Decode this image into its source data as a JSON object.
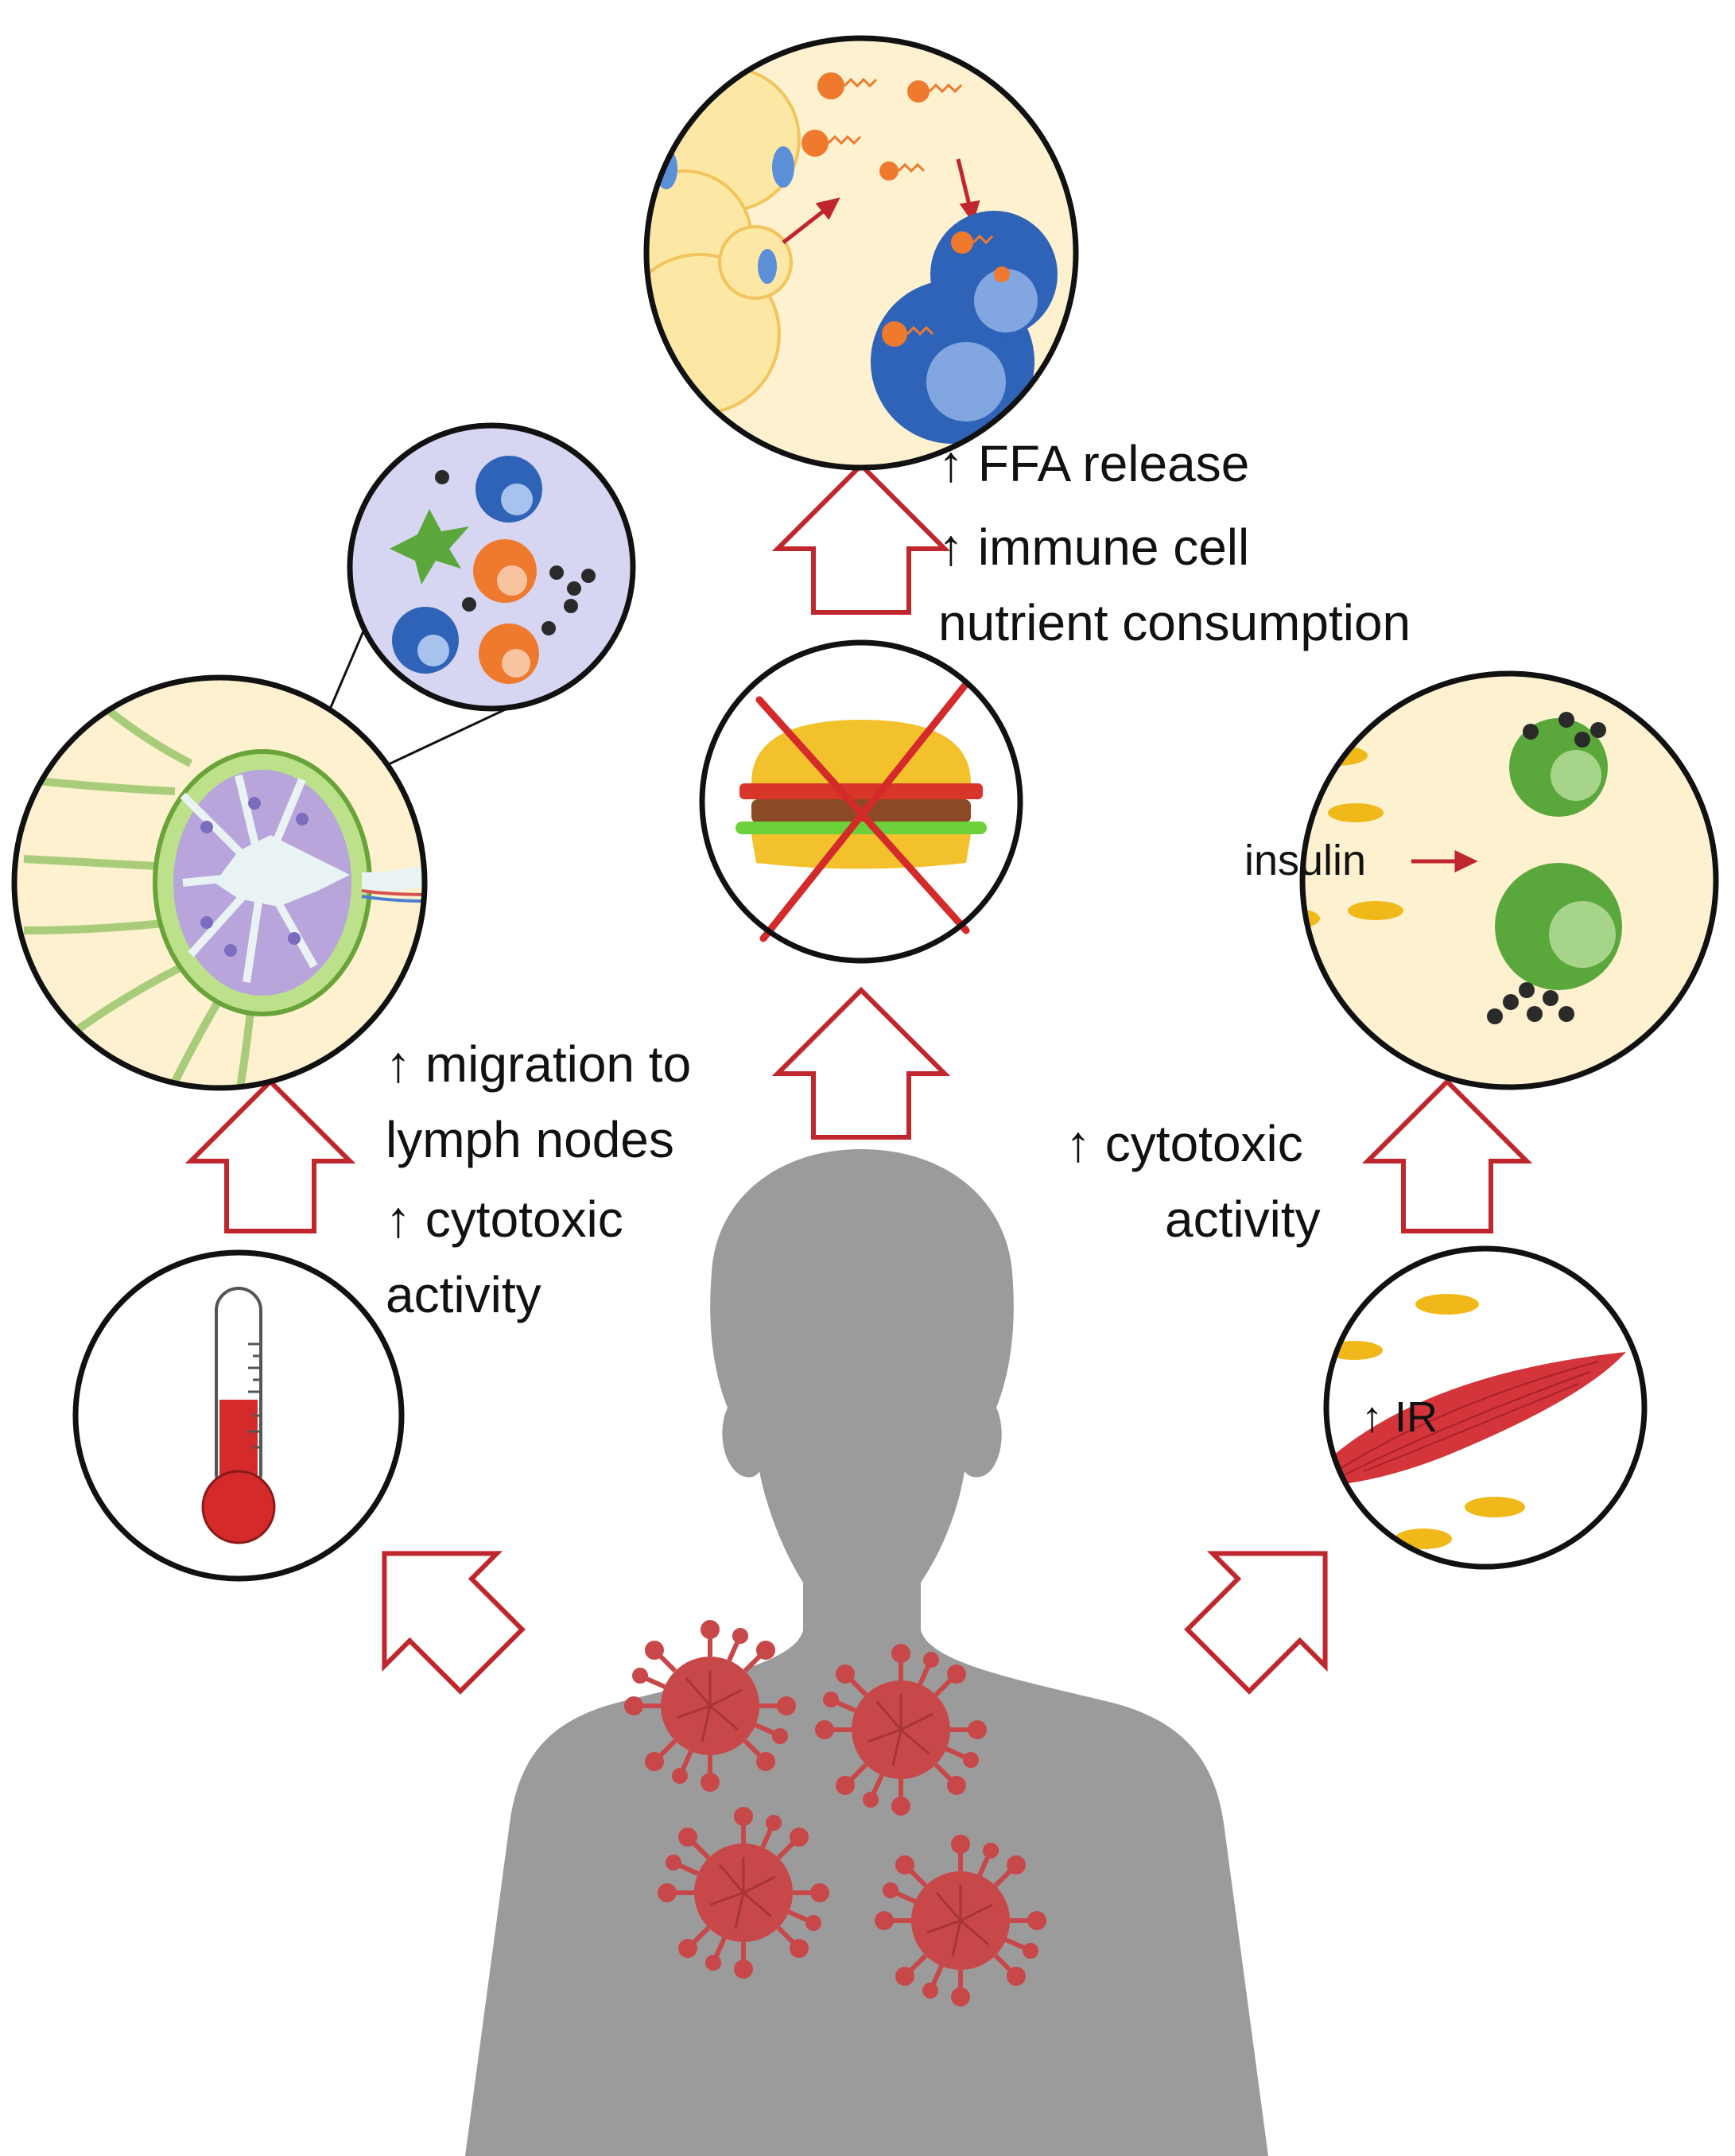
{
  "labels": {
    "ffa_release": "↑ FFA release",
    "immune_cell": "↑ immune cell",
    "nutrient_consumption": "nutrient consumption",
    "migration_to": "↑ migration to",
    "lymph_nodes": "lymph nodes",
    "cytotoxic_left": "↑  cytotoxic",
    "activity_left": "activity",
    "cytotoxic_right": "↑ cytotoxic",
    "activity_right": "activity",
    "insulin": "insulin",
    "ir": "↑ IR"
  },
  "colors": {
    "arrow_outline": "#c0272d",
    "circle_fill_warm": "#fdf1cf",
    "circle_fill_lavender": "#d6d6f2",
    "silhouette": "#9b9b9b",
    "virus": "#c8484a",
    "immune_blue": "#2f63b8",
    "immune_orange": "#ef7a2e",
    "immune_green": "#5aa83c",
    "adipocyte": "#fde7a4",
    "insulin_granule": "#f1b81a",
    "muscle": "#d3353b"
  },
  "icons": [
    "thermometer-icon",
    "burger-icon",
    "muscle-icon",
    "virus-icon",
    "lymph-node-icon",
    "person-silhouette"
  ]
}
